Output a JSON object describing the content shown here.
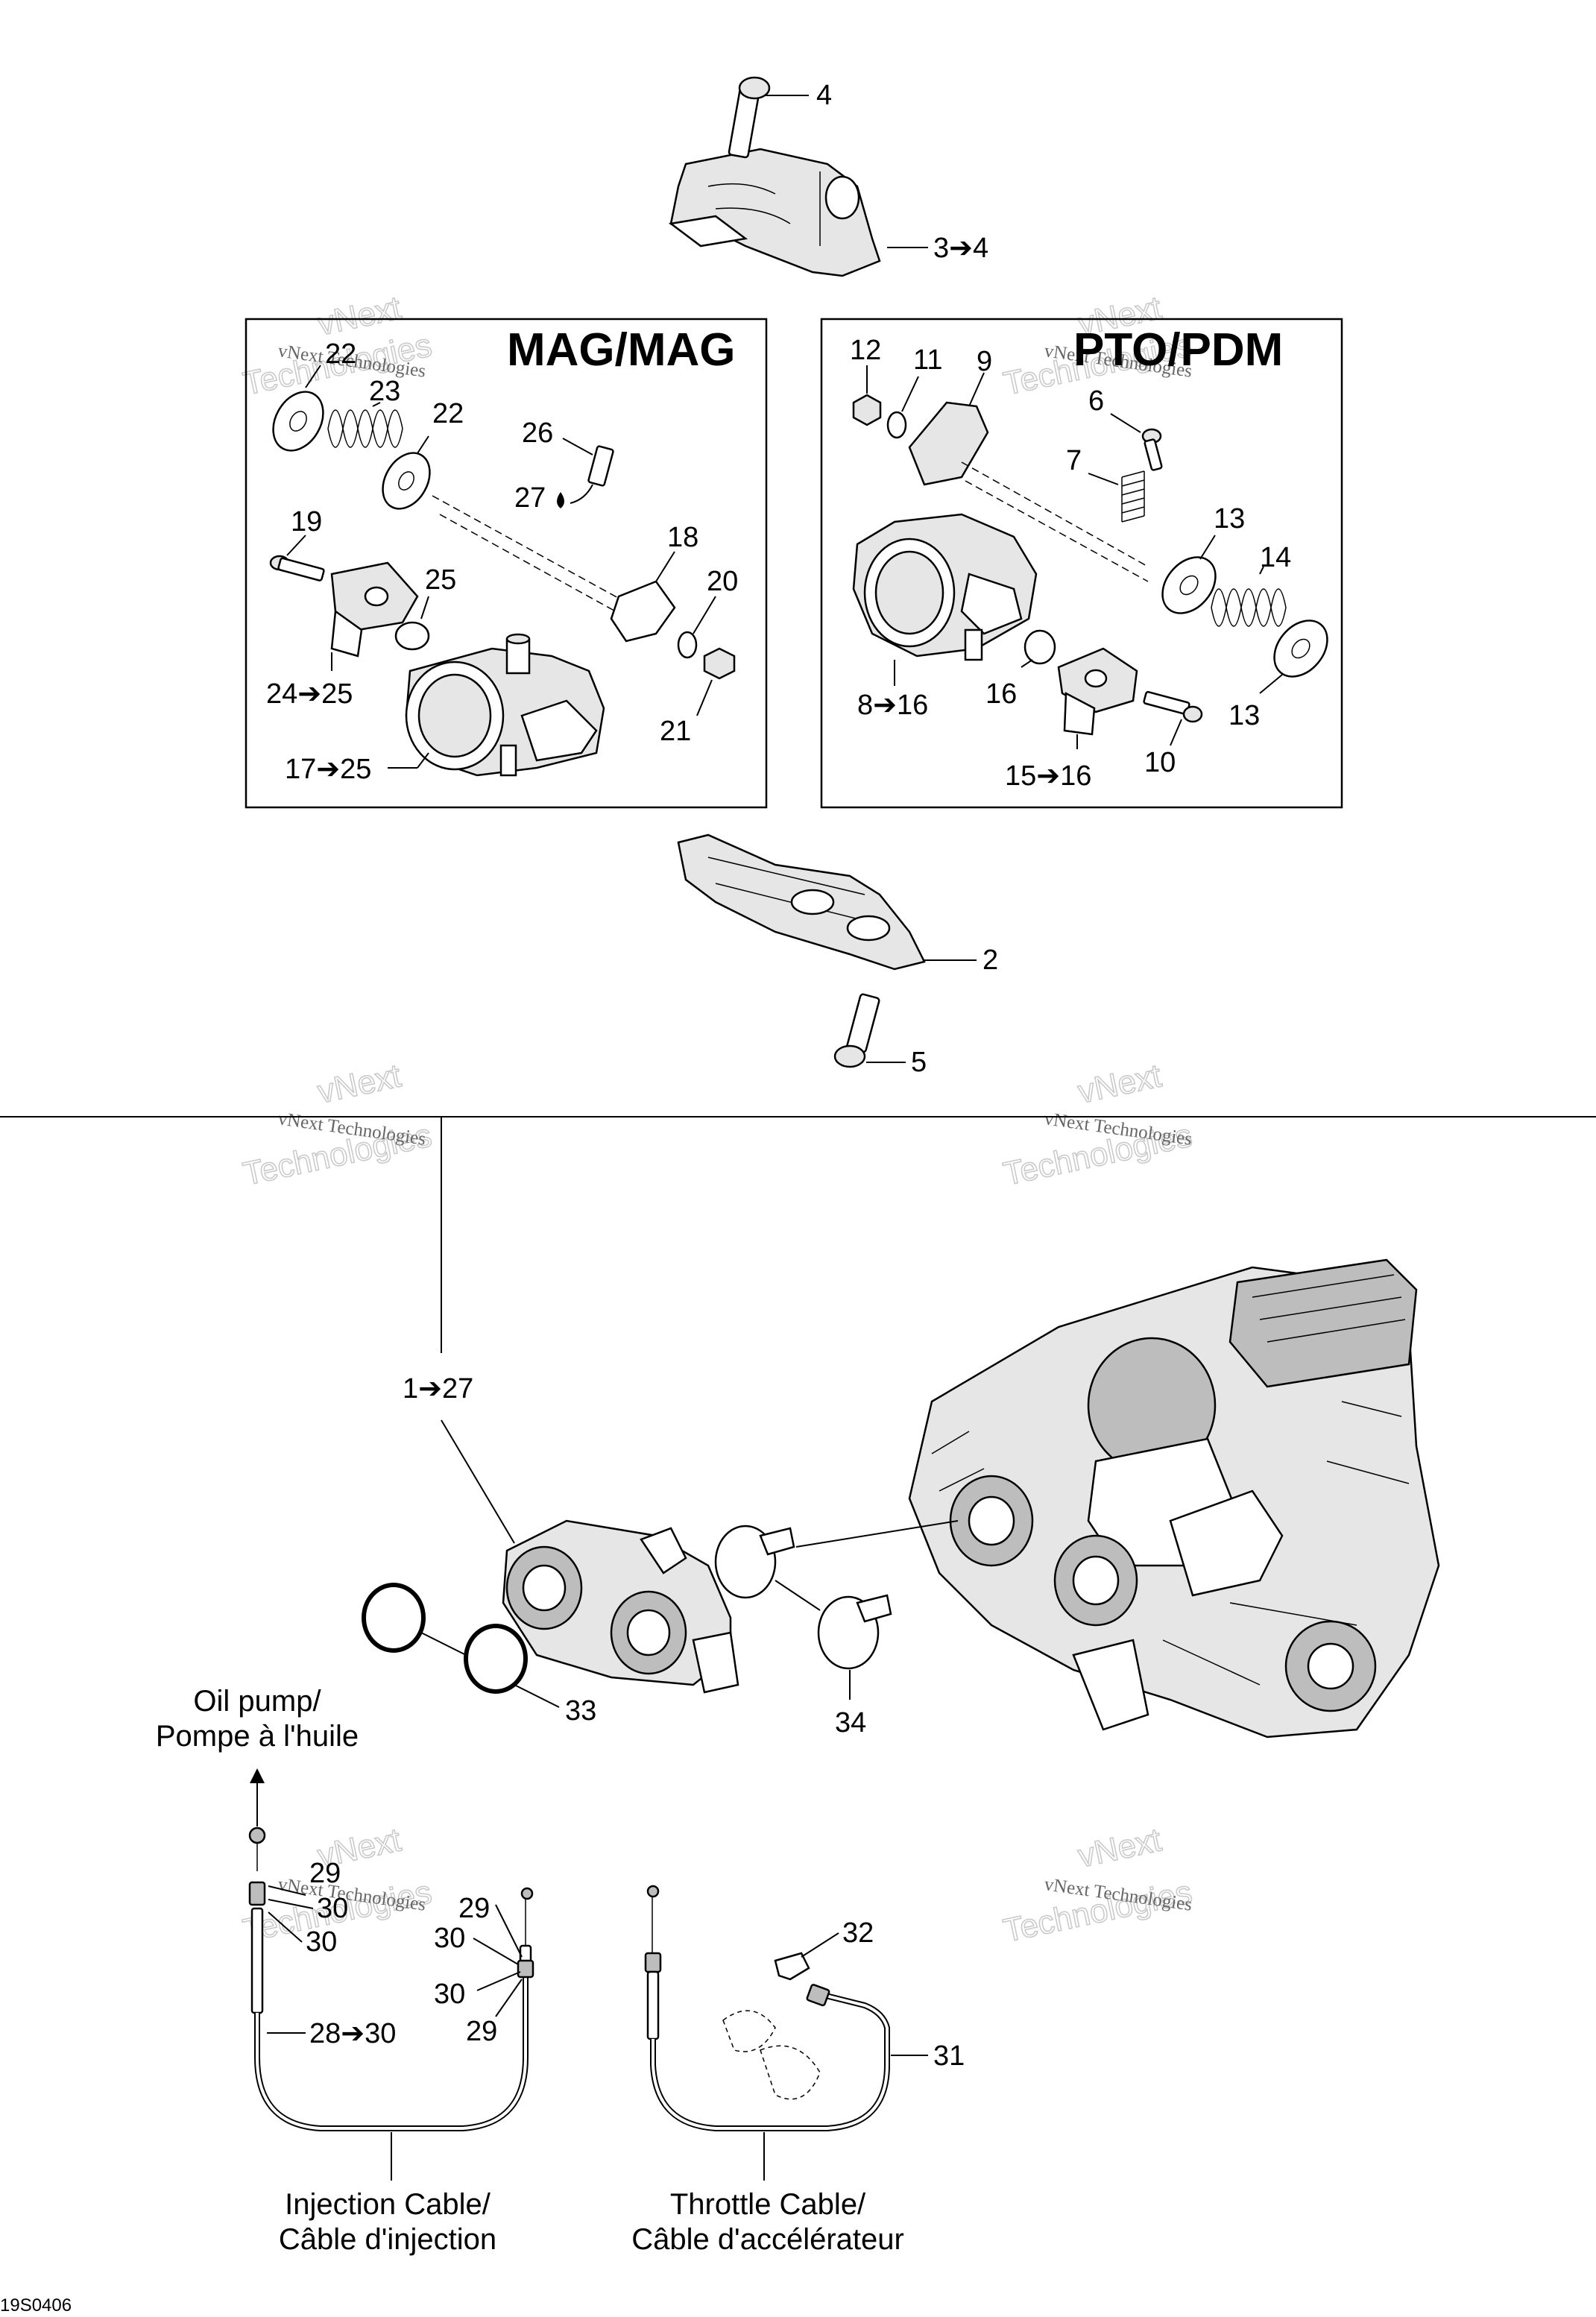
{
  "boxes": {
    "mag": {
      "title": "MAG/MAG"
    },
    "pto": {
      "title": "PTO/PDM"
    }
  },
  "labels": {
    "n4": "4",
    "n3_4": "3➔4",
    "n22a": "22",
    "n23": "23",
    "n22b": "22",
    "n26": "26",
    "n27": "27",
    "n19": "19",
    "n25": "25",
    "n18": "18",
    "n20": "20",
    "n24_25": "24➔25",
    "n21": "21",
    "n17_25": "17➔25",
    "n12": "12",
    "n11": "11",
    "n9": "9",
    "n6": "6",
    "n7": "7",
    "n13a": "13",
    "n14": "14",
    "n13b": "13",
    "n8_16": "8➔16",
    "n16": "16",
    "n15_16": "15➔16",
    "n10": "10",
    "n2": "2",
    "n5": "5",
    "n1_27": "1➔27",
    "n33": "33",
    "n34": "34",
    "n29a": "29",
    "n30a": "30",
    "n30b": "30",
    "n29b": "29",
    "n30c": "30",
    "n30d": "30",
    "n29c": "29",
    "n28_30": "28➔30",
    "n32": "32",
    "n31": "31"
  },
  "captions": {
    "oil_pump_en": "Oil pump/",
    "oil_pump_fr": "Pompe à l'huile",
    "injection_en": "Injection Cable/",
    "injection_fr": "Câble d'injection",
    "throttle_en": "Throttle Cable/",
    "throttle_fr": "Câble d'accélérateur"
  },
  "watermark": {
    "line1": "vNext Technologies",
    "line2": "vNext",
    "line3": "Technologies"
  },
  "footer_code": "19S0406"
}
